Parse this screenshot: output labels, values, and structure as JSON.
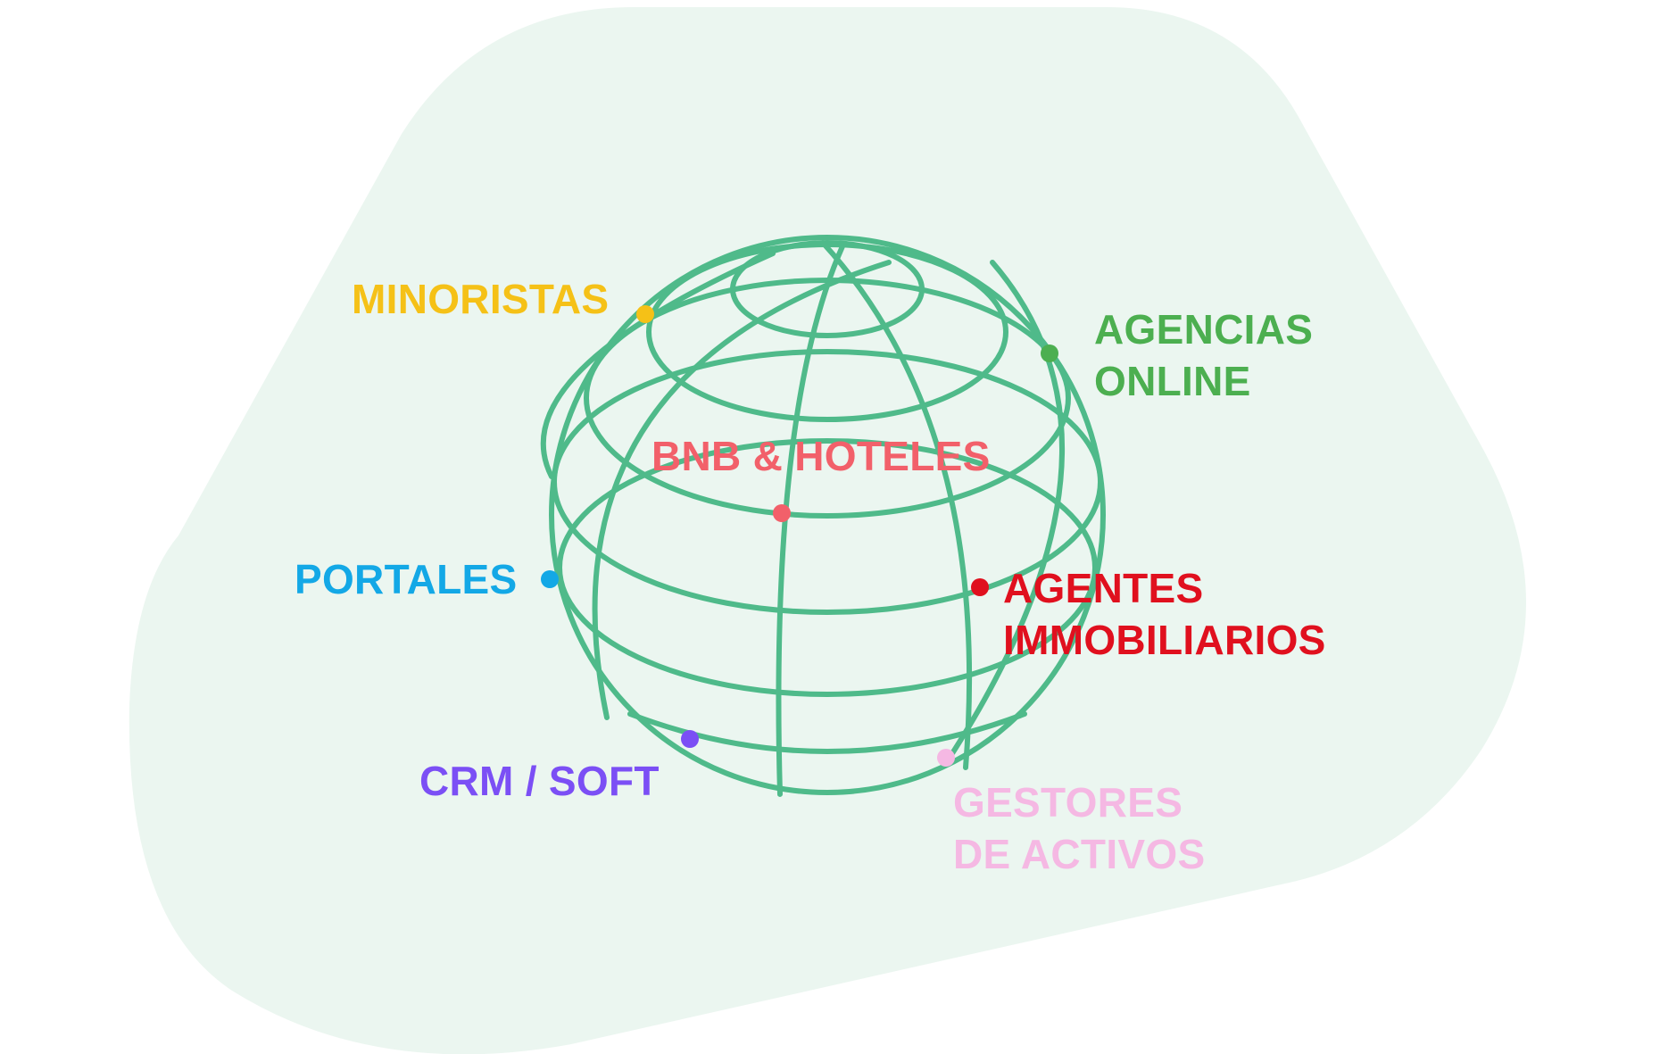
{
  "colors": {
    "background_blob": "#ebf6f0",
    "globe_stroke": "#4fba8a"
  },
  "center_label": {
    "text": "BNB & HOTELES",
    "color": "#f2606a"
  },
  "segments": [
    {
      "id": "minoristas",
      "lines": [
        "MINORISTAS"
      ],
      "color": "#f5c117"
    },
    {
      "id": "agencias-online",
      "lines": [
        "AGENCIAS",
        "ONLINE"
      ],
      "color": "#4caf50"
    },
    {
      "id": "portales",
      "lines": [
        "PORTALES"
      ],
      "color": "#13a8e6"
    },
    {
      "id": "agentes-immobiliarios",
      "lines": [
        "AGENTES",
        "IMMOBILIARIOS"
      ],
      "color": "#e0101e"
    },
    {
      "id": "crm-soft",
      "lines": [
        "CRM / SOFT"
      ],
      "color": "#7b4ff5"
    },
    {
      "id": "gestores-de-activos",
      "lines": [
        "GESTORES",
        "DE ACTIVOS"
      ],
      "color": "#f5b8e3"
    }
  ]
}
